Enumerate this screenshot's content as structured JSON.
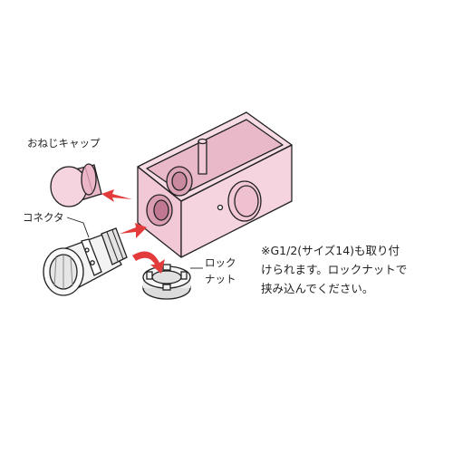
{
  "labels": {
    "cap": "おねじキャップ",
    "connector": "コネクタ",
    "locknut_line1": "ロック",
    "locknut_line2": "ナット"
  },
  "note": {
    "line1": "※G1/2(サイズ14)も取り付",
    "line2": "けられます。ロックナットで",
    "line3": "挟み込んでください。"
  },
  "colors": {
    "box_fill": "#f5d3df",
    "box_shade": "#e8b5c6",
    "outline": "#222222",
    "arrow": "#e33b3b"
  }
}
